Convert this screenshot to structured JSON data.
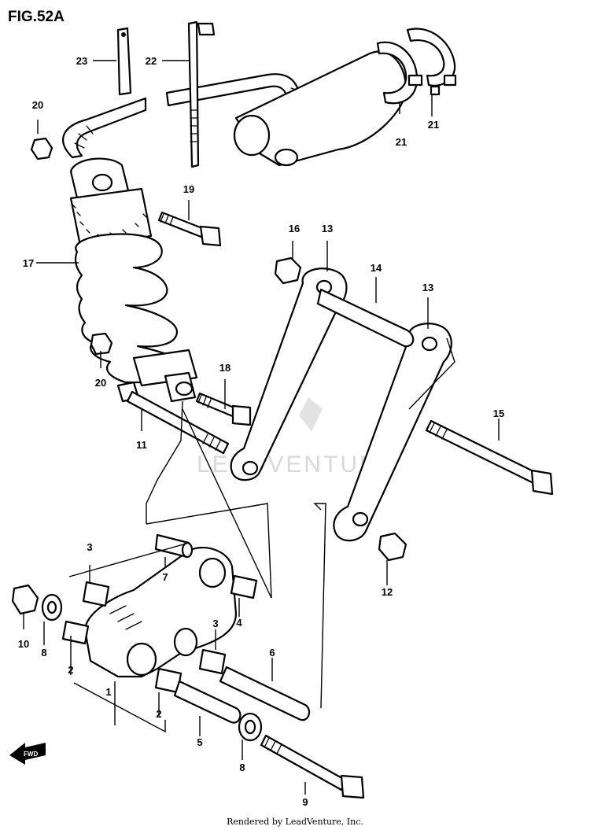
{
  "figure": {
    "title": "FIG.52A",
    "footer": "Rendered by LeadVenture, Inc.",
    "watermark": "LEADVENTURE",
    "fwd_label": "FWD"
  },
  "callouts": [
    "1",
    "2",
    "2",
    "3",
    "3",
    "4",
    "5",
    "6",
    "7",
    "8",
    "8",
    "9",
    "10",
    "11",
    "12",
    "13",
    "13",
    "14",
    "15",
    "16",
    "17",
    "18",
    "19",
    "20",
    "20",
    "21",
    "21",
    "22",
    "23"
  ]
}
